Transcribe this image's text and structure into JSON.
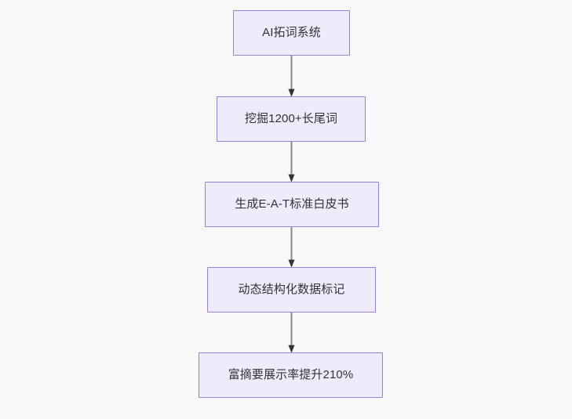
{
  "diagram": {
    "type": "flowchart",
    "direction": "top-to-bottom",
    "background_color": "#f8f8f8",
    "node_fill_color": "#ececfd",
    "node_border_color": "#9b7fd4",
    "node_text_color": "#333333",
    "edge_color": "#888888",
    "arrowhead_color": "#333333",
    "nodes": [
      {
        "id": "n0",
        "label": "AI拓词系统"
      },
      {
        "id": "n1",
        "label": "挖掘1200+长尾词"
      },
      {
        "id": "n2",
        "label": "生成E-A-T标准白皮书"
      },
      {
        "id": "n3",
        "label": "动态结构化数据标记"
      },
      {
        "id": "n4",
        "label": "富摘要展示率提升210%"
      }
    ],
    "edges": [
      {
        "from": "n0",
        "to": "n1",
        "label": ""
      },
      {
        "from": "n1",
        "to": "n2",
        "label": ""
      },
      {
        "from": "n2",
        "to": "n3",
        "label": ""
      },
      {
        "from": "n3",
        "to": "n4",
        "label": ""
      }
    ]
  }
}
